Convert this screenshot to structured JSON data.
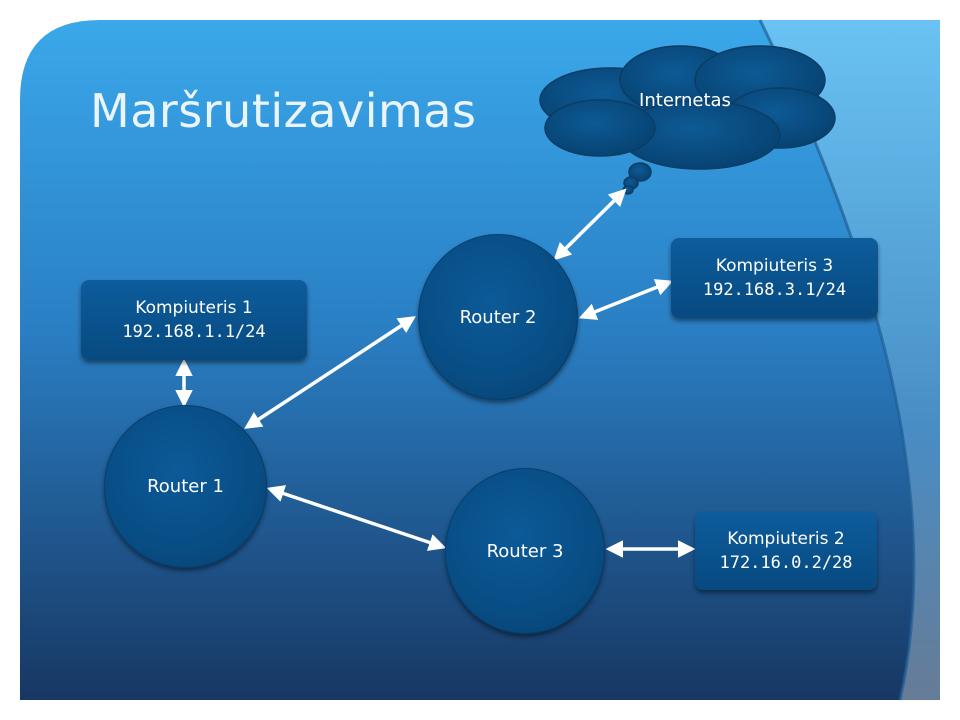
{
  "slide": {
    "title": "Maršrutizavimas",
    "cloud": {
      "label": "Internetas"
    },
    "routers": [
      {
        "id": "router-1",
        "label": "Router 1"
      },
      {
        "id": "router-2",
        "label": "Router 2"
      },
      {
        "id": "router-3",
        "label": "Router 3"
      }
    ],
    "computers": [
      {
        "id": "kompiuteris-1",
        "name": "Kompiuteris 1",
        "ip": "192.168.1.1/24"
      },
      {
        "id": "kompiuteris-3",
        "name": "Kompiuteris 3",
        "ip": "192.168.3.1/24"
      },
      {
        "id": "kompiuteris-2",
        "name": "Kompiuteris 2",
        "ip": "172.16.0.2/28"
      }
    ],
    "connections": [
      [
        "kompiuteris-1",
        "router-1"
      ],
      [
        "router-1",
        "router-2"
      ],
      [
        "router-1",
        "router-3"
      ],
      [
        "router-2",
        "internetas"
      ],
      [
        "router-2",
        "kompiuteris-3"
      ],
      [
        "router-3",
        "kompiuteris-2"
      ]
    ]
  },
  "colors": {
    "background_top": "#3aa6e8",
    "background_bottom": "#183a66",
    "node_fill": "#084d84",
    "cloud_fill": "#0a4c80",
    "arrow": "#ffffff",
    "title_text": "#eaf4fb"
  }
}
